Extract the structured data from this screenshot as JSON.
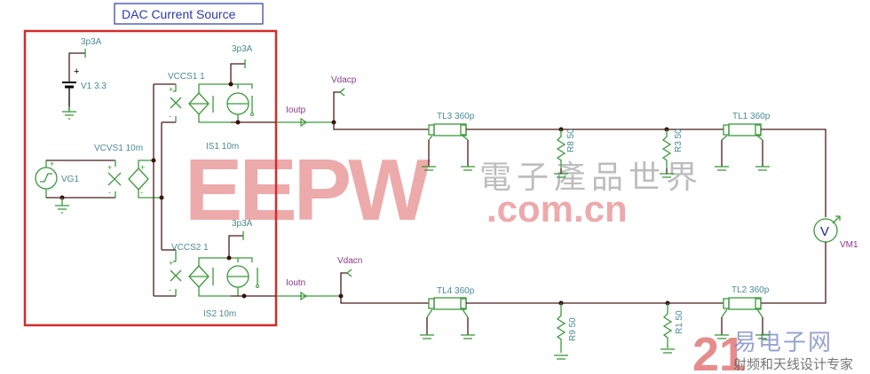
{
  "diagram": {
    "title": "DAC Current Source",
    "colors": {
      "wire": "#4a1c1c",
      "component": "#3a9a3a",
      "label": "#4a8a94",
      "net_label": "#8a3a8a",
      "box_border": "#d42a2a",
      "title_border": "#2a3aa8",
      "watermark": "#e06666"
    },
    "components": {
      "v1": {
        "name": "V1",
        "value": "3.3",
        "label": "V1 3.3"
      },
      "vg1": {
        "name": "VG1",
        "label": "VG1"
      },
      "vcvs1": {
        "name": "VCVS1",
        "value": "10m",
        "label": "VCVS1 10m"
      },
      "vccs1": {
        "name": "VCCS1",
        "value": "1",
        "label": "VCCS1 1"
      },
      "vccs2": {
        "name": "VCCS2",
        "value": "1",
        "label": "VCCS2 1"
      },
      "is1": {
        "name": "IS1",
        "value": "10m",
        "label": "IS1 10m"
      },
      "is2": {
        "name": "IS2",
        "value": "10m",
        "label": "IS2 10m"
      },
      "tl1": {
        "name": "TL1",
        "value": "360p",
        "label": "TL1 360p"
      },
      "tl2": {
        "name": "TL2",
        "value": "360p",
        "label": "TL2 360p"
      },
      "tl3": {
        "name": "TL3",
        "value": "360p",
        "label": "TL3 360p"
      },
      "tl4": {
        "name": "TL4",
        "value": "360p",
        "label": "TL4 360p"
      },
      "r8": {
        "name": "R8",
        "value": "50",
        "label": "R8 50"
      },
      "r3": {
        "name": "R3",
        "value": "50",
        "label": "R3 50"
      },
      "r9": {
        "name": "R9",
        "value": "50",
        "label": "R9 50"
      },
      "r1": {
        "name": "R1",
        "value": "50",
        "label": "R1 50"
      },
      "vm1": {
        "name": "VM1",
        "label": "VM1",
        "symbol": "V"
      }
    },
    "supply_labels": {
      "v1_rail": "3p3A",
      "vccs1_rail": "3p3A",
      "vccs2_rail": "3p3A"
    },
    "nets": {
      "ioutp": "Ioutp",
      "ioutn": "Ioutn",
      "vdacp": "Vdacp",
      "vdacn": "Vdacn"
    },
    "polarity": {
      "plus": "+",
      "minus": "-"
    }
  },
  "watermarks": {
    "eepw": "EEPW",
    "eepw_cn": "電子產品世界",
    "eepw_domain": ".com.cn",
    "ic21_num": "21",
    "ic21_cn": "易电子网",
    "ic21_sub": "射频和天线设计专家"
  }
}
